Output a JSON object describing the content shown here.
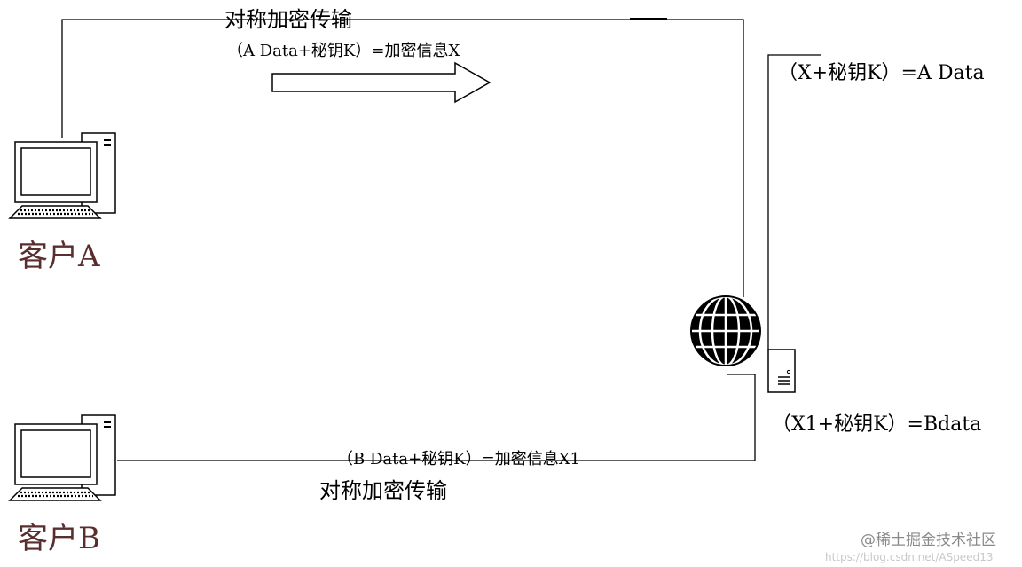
{
  "diagram": {
    "top_channel_label": "对称加密传输",
    "top_formula": "（A Data+秘钥K）=加密信息X",
    "bottom_formula": "（B Data+秘钥K）=加密信息X1",
    "bottom_channel_label": "对称加密传输",
    "client_a_label": "客户A",
    "client_b_label": "客户B",
    "server_decrypt_a": "（X+秘钥K）=A Data",
    "server_decrypt_b": "（X1+秘钥K）=Bdata"
  },
  "icons": {
    "client_a": "desktop-computer-icon",
    "client_b": "desktop-computer-icon",
    "internet": "globe-icon",
    "server": "server-tower-icon",
    "direction": "right-arrow-icon"
  },
  "watermark": {
    "brand": "@稀土掘金技术社区",
    "url": "https://blog.csdn.net/ASpeed13"
  }
}
